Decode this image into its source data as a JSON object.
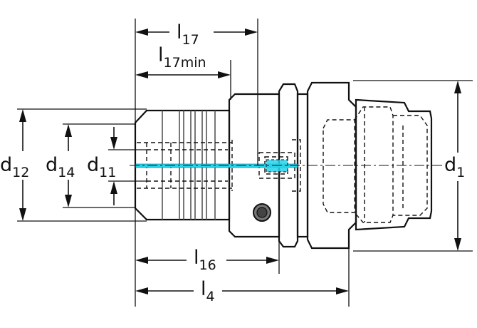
{
  "labels": {
    "l17": {
      "main": "l",
      "sub": "17"
    },
    "l17min": {
      "main": "l",
      "sub": "17min"
    },
    "l16": {
      "main": "l",
      "sub": "16"
    },
    "l4": {
      "main": "l",
      "sub": "4"
    },
    "d12": {
      "main": "d",
      "sub": "12"
    },
    "d14": {
      "main": "d",
      "sub": "14"
    },
    "d11": {
      "main": "d",
      "sub": "11"
    },
    "d1": {
      "main": "d",
      "sub": "1"
    }
  },
  "colors": {
    "body_light": "#d9d9d9",
    "body_mid": "#b4b4b4",
    "body_dark": "#8f8f8f",
    "coolant": "#27d3ea",
    "line": "#111111"
  }
}
